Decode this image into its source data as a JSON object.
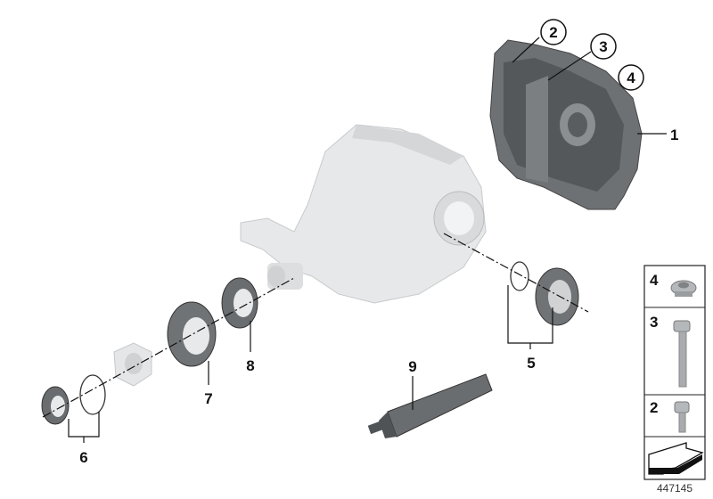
{
  "diagram": {
    "callouts": {
      "cover": "1",
      "bolt_small": "2",
      "bolt_long": "3",
      "plug": "4",
      "seal_right": "5",
      "seal_left": "6",
      "shaft_seal_7": "7",
      "shaft_seal_8": "8",
      "sealant_tube": "9"
    },
    "side_panel": {
      "items": [
        {
          "label": "4",
          "icon": "screw-plug-icon"
        },
        {
          "label": "3",
          "icon": "long-bolt-icon"
        },
        {
          "label": "2",
          "icon": "short-bolt-icon"
        },
        {
          "label": "",
          "icon": "direction-arrow-icon"
        }
      ]
    },
    "reference_number": "447145"
  }
}
